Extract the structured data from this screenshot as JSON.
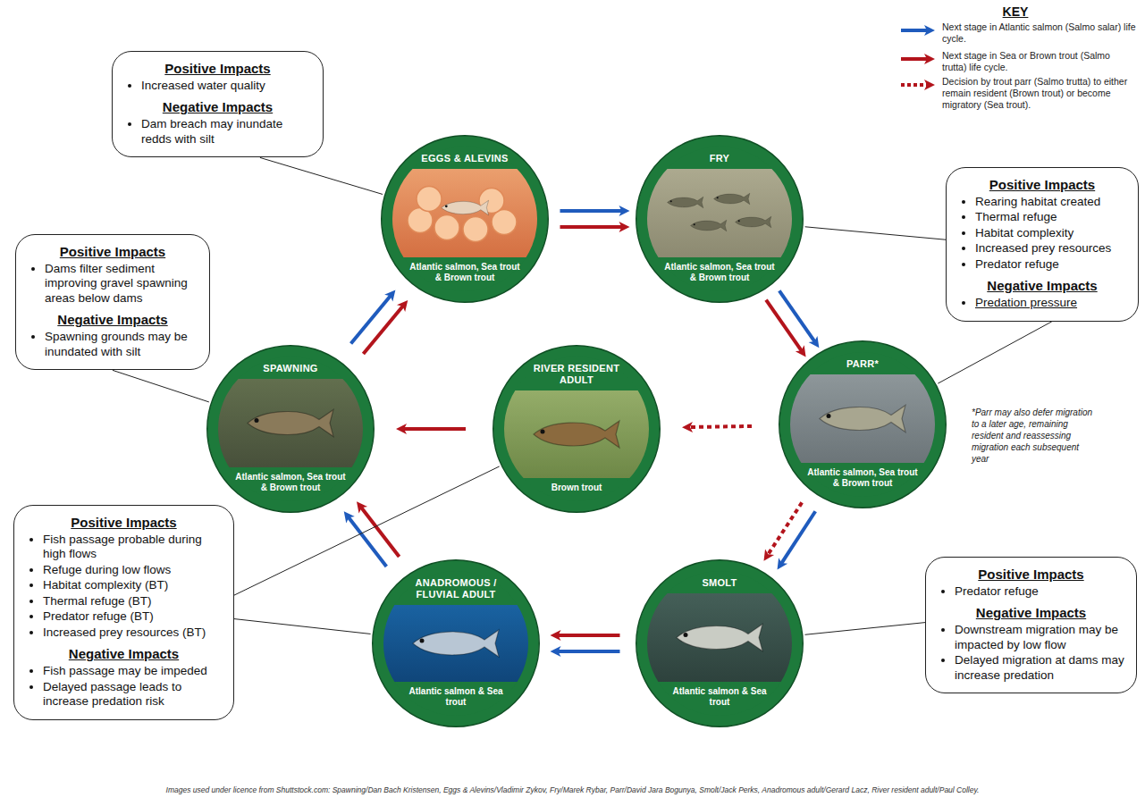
{
  "diagram": {
    "nodes": [
      {
        "text": [
          "Positive Impacts",
          "Increased water quality",
          "Negative Impacts",
          "Dam breach may inundate redds with silt"
        ]
      },
      {
        "text": [
          "EGGS & ALEVINS",
          "Atlantic salmon, Sea trout & Brown trout"
        ]
      },
      {
        "text": [
          "FRY",
          "Atlantic salmon, Sea trout & Brown trout"
        ]
      },
      {
        "text": [
          "Positive Impacts",
          "Rearing habitat created",
          "Thermal refuge",
          "Habitat complexity",
          "Increased prey resources",
          "Predator refuge",
          "Negative Impacts",
          "Predation pressure"
        ]
      },
      {
        "text": [
          "Positive Impacts",
          "Dams filter sediment improving gravel spawning areas below dams",
          "Negative Impacts",
          "Spawning grounds may be inundated with silt"
        ]
      },
      {
        "text": [
          "SPAWNING",
          "Atlantic salmon, Sea trout & Brown trout"
        ]
      },
      {
        "text": [
          "RIVER RESIDENT ADULT",
          "Brown trout"
        ]
      },
      {
        "text": [
          "PARR*",
          "Atlantic salmon, Sea trout & Brown trout"
        ]
      },
      {
        "text": [
          "Positive Impacts",
          "Fish passage probable during high flows",
          "Refuge during low flows",
          "Habitat complexity (BT)",
          "Thermal refuge (BT)",
          "Predator refuge (BT)",
          "Increased prey resources (BT)",
          "Negative Impacts",
          "Fish passage may be impeded",
          "Delayed passage leads to increase predation risk"
        ]
      },
      {
        "text": [
          "ANADROMOUS / FLUVIAL ADULT",
          "Atlantic salmon & Sea trout"
        ]
      },
      {
        "text": [
          "SMOLT",
          "Atlantic salmon & Sea trout"
        ]
      },
      {
        "text": [
          "Positive Impacts",
          "Predator refuge",
          "Negative Impacts",
          "Downstream migration may be impacted by low flow",
          "Delayed migration at dams may increase predation"
        ]
      }
    ],
    "edges": [
      {
        "from": 1,
        "to": 2,
        "arrow": "to"
      },
      {
        "from": 1,
        "to": 2,
        "arrow": "to"
      },
      {
        "from": 2,
        "to": 7,
        "arrow": "to"
      },
      {
        "from": 2,
        "to": 7,
        "arrow": "to"
      },
      {
        "from": 7,
        "to": 10,
        "arrow": "to"
      },
      {
        "from": 7,
        "to": 10,
        "arrow": "to"
      },
      {
        "from": 7,
        "to": 6,
        "arrow": "to"
      },
      {
        "from": 10,
        "to": 9,
        "arrow": "to"
      },
      {
        "from": 10,
        "to": 9,
        "arrow": "to"
      },
      {
        "from": 9,
        "to": 5,
        "arrow": "to"
      },
      {
        "from": 9,
        "to": 5,
        "arrow": "to"
      },
      {
        "from": 6,
        "to": 5,
        "arrow": "to"
      },
      {
        "from": 5,
        "to": 1,
        "arrow": "to"
      },
      {
        "from": 5,
        "to": 1,
        "arrow": "to"
      },
      {
        "from": 0,
        "to": 1,
        "arrow": "none"
      },
      {
        "from": 3,
        "to": 2,
        "arrow": "none"
      },
      {
        "from": 3,
        "to": 7,
        "arrow": "none"
      },
      {
        "from": 4,
        "to": 5,
        "arrow": "none"
      },
      {
        "from": 8,
        "to": 9,
        "arrow": "none"
      },
      {
        "from": 8,
        "to": 6,
        "arrow": "none"
      },
      {
        "from": 11,
        "to": 10,
        "arrow": "none"
      }
    ],
    "labels": [
      "KEY",
      "*Parr may also defer migration to a later age, remaining resident and reassessing migration each subsequent year",
      "Images used under licence from Shuttstock.com: Spawning/Dan Bach Kristensen, Eggs & Alevins/Vladimir Zykov, Fry/Marek Rybar, Parr/David Jara Bogunya, Smolt/Jack Perks, Anadromous adult/Gerard Lacz, River resident adult/Paul Colley."
    ],
    "legend": [
      {
        "text": "Next stage in Atlantic salmon (Salmo salar) life cycle."
      },
      {
        "text": "Next stage in Sea or Brown trout (Salmo trutta) life cycle."
      },
      {
        "text": "Decision by trout parr (Salmo trutta) to either remain resident (Brown trout) or become migratory (Sea trout)."
      }
    ]
  }
}
